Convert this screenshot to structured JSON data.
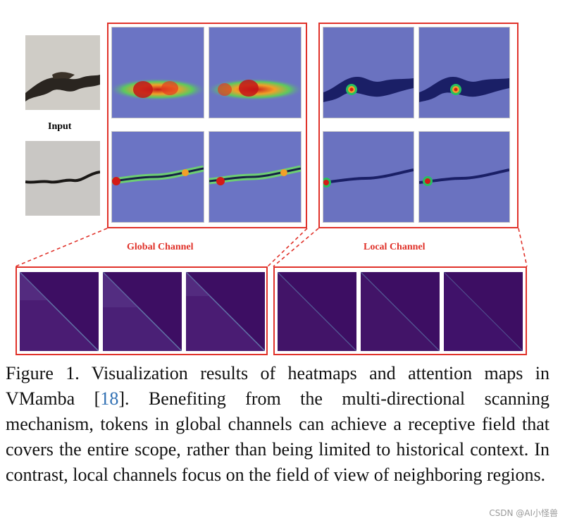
{
  "input_label": "Input",
  "global_channel_label": "Global Channel",
  "local_channel_label": "Local Channel",
  "caption": {
    "part1": "Figure 1.  Visualization results of heatmaps and attention maps in VMamba [",
    "citation": "18",
    "part2": "].  Benefiting from the multi-directional scanning mechanism, tokens in global channels can achieve a receptive field that covers the entire scope, rather than being limited to historical context.  In contrast, local channels focus on the field of view of neighboring regions."
  },
  "watermark": "CSDN @AI小怪兽",
  "colors": {
    "frame_red": "#e0322a",
    "heatmap_base": "#6b74c4",
    "attention_base": "#3d0e63"
  }
}
